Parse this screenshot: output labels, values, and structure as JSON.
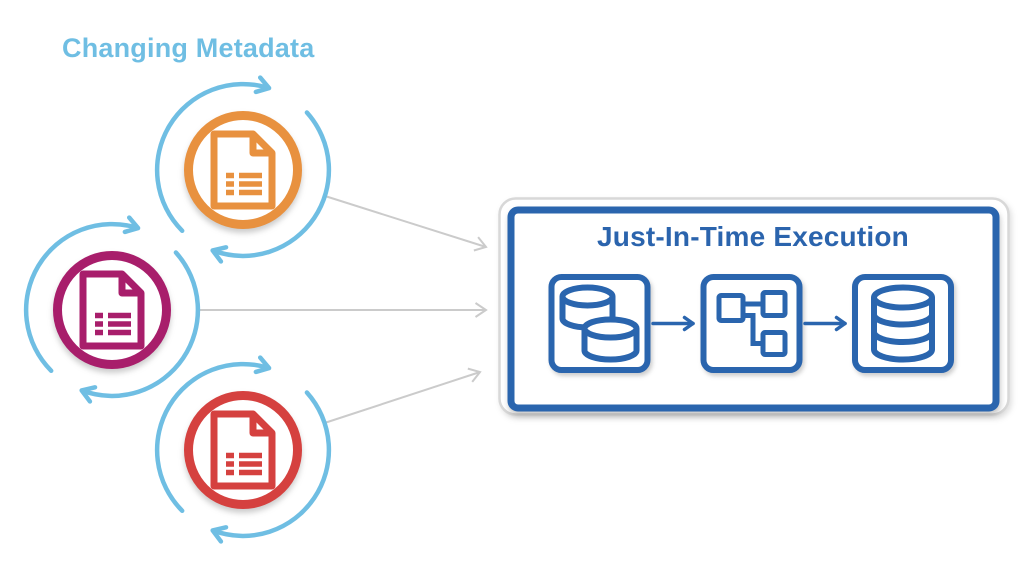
{
  "heading": {
    "text": "Changing Metadata",
    "color": "#6FBEE3"
  },
  "cycle_arrows": {
    "icon": "refresh-cycle-arrows-icon",
    "color": "#6FBEE3"
  },
  "metadata_sources": [
    {
      "name": "metadata-document-orange",
      "icon": "document-list-icon",
      "color": "#E8913F"
    },
    {
      "name": "metadata-document-magenta",
      "icon": "document-list-icon",
      "color": "#A81E6B"
    },
    {
      "name": "metadata-document-red",
      "icon": "document-list-icon",
      "color": "#D5413F"
    }
  ],
  "connectors": {
    "color": "#CBCBCB",
    "count": 3
  },
  "execution_box": {
    "title": "Just-In-Time Execution",
    "title_color": "#2B64AD",
    "border_color": "#2A65AE",
    "outer_border_color": "#D8D8D8",
    "arrow_color": "#2A65AE",
    "steps": [
      {
        "name": "step-source-databases",
        "icon": "database-pair-icon"
      },
      {
        "name": "step-transform-flow",
        "icon": "flowchart-icon"
      },
      {
        "name": "step-target-database",
        "icon": "database-stack-icon"
      }
    ]
  }
}
